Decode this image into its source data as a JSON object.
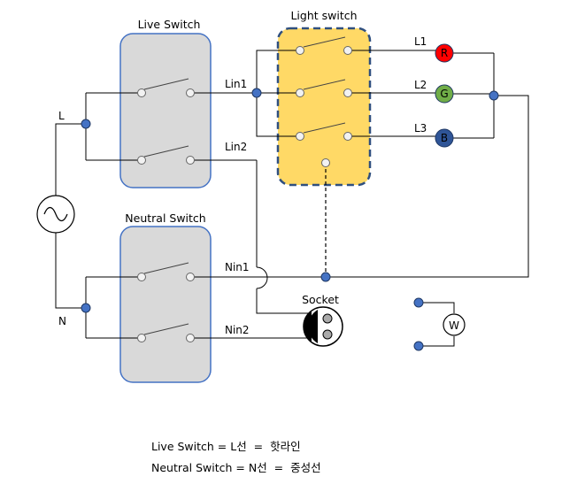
{
  "boxes": {
    "live_switch": "Live Switch",
    "neutral_switch": "Neutral Switch",
    "light_switch": "Light switch",
    "socket": "Socket"
  },
  "wire_labels": {
    "lin1": "Lin1",
    "lin2": "Lin2",
    "nin1": "Nin1",
    "nin2": "Nin2",
    "l": "L",
    "n": "N",
    "l1": "L1",
    "l2": "L2",
    "l3": "L3"
  },
  "lamps": {
    "r": "R",
    "g": "G",
    "b": "B"
  },
  "meter": "W",
  "legend": {
    "line1": "Live Switch = L선  =  핫라인",
    "line2": "Neutral Switch = N선  =  중성선"
  },
  "colors": {
    "switch_box_fill": "#d9d9d9",
    "switch_box_stroke": "#4472c4",
    "light_box_fill": "#ffd966",
    "light_box_stroke": "#2f4f7f",
    "node": "#4472c4",
    "lamp_r": "#ff0000",
    "lamp_g": "#70ad47",
    "lamp_b": "#2f5597",
    "wire": "#000000"
  }
}
